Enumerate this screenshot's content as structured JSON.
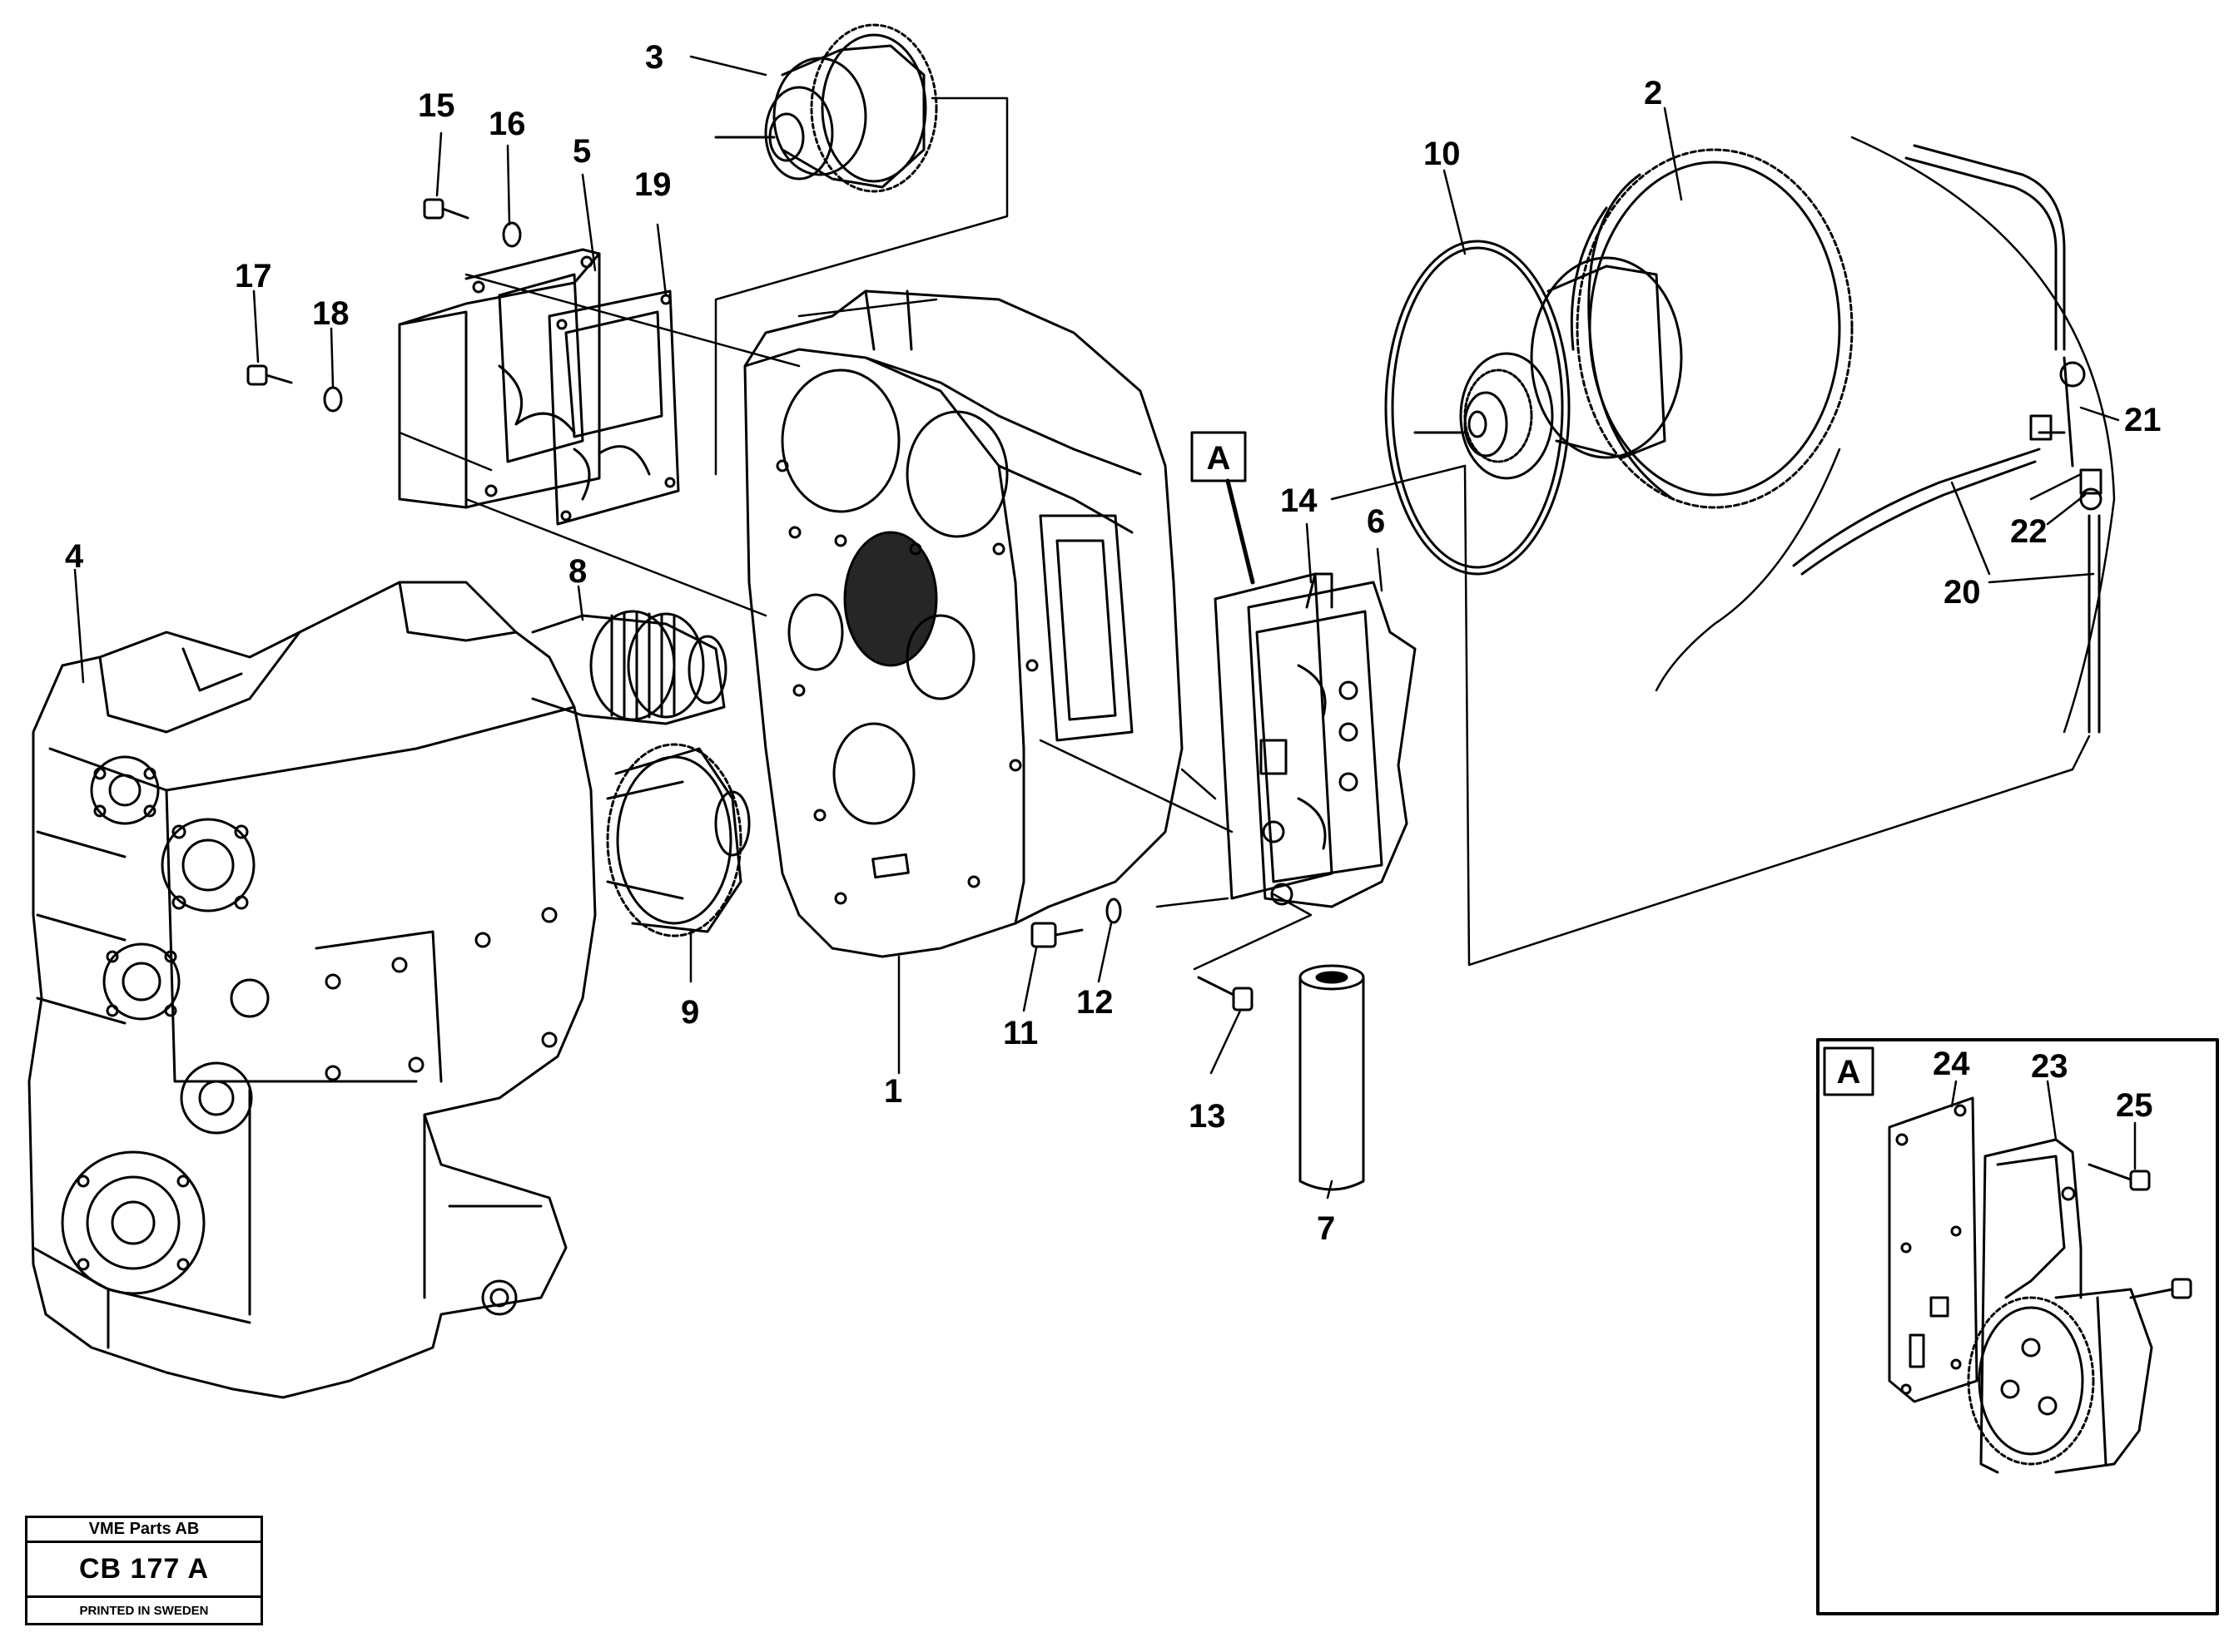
{
  "callouts": [
    "1",
    "2",
    "3",
    "4",
    "5",
    "6",
    "7",
    "8",
    "9",
    "10",
    "11",
    "12",
    "13",
    "14",
    "15",
    "16",
    "17",
    "18",
    "19",
    "20",
    "21",
    "22",
    "23",
    "24",
    "25"
  ],
  "detail_labels": {
    "main": "A",
    "inset": "A"
  },
  "titleblock": {
    "company": "VME Parts AB",
    "code": "CB 177 A",
    "printed": "PRINTED IN SWEDEN"
  },
  "colors": {
    "ink": "#000000",
    "paper": "#ffffff"
  }
}
